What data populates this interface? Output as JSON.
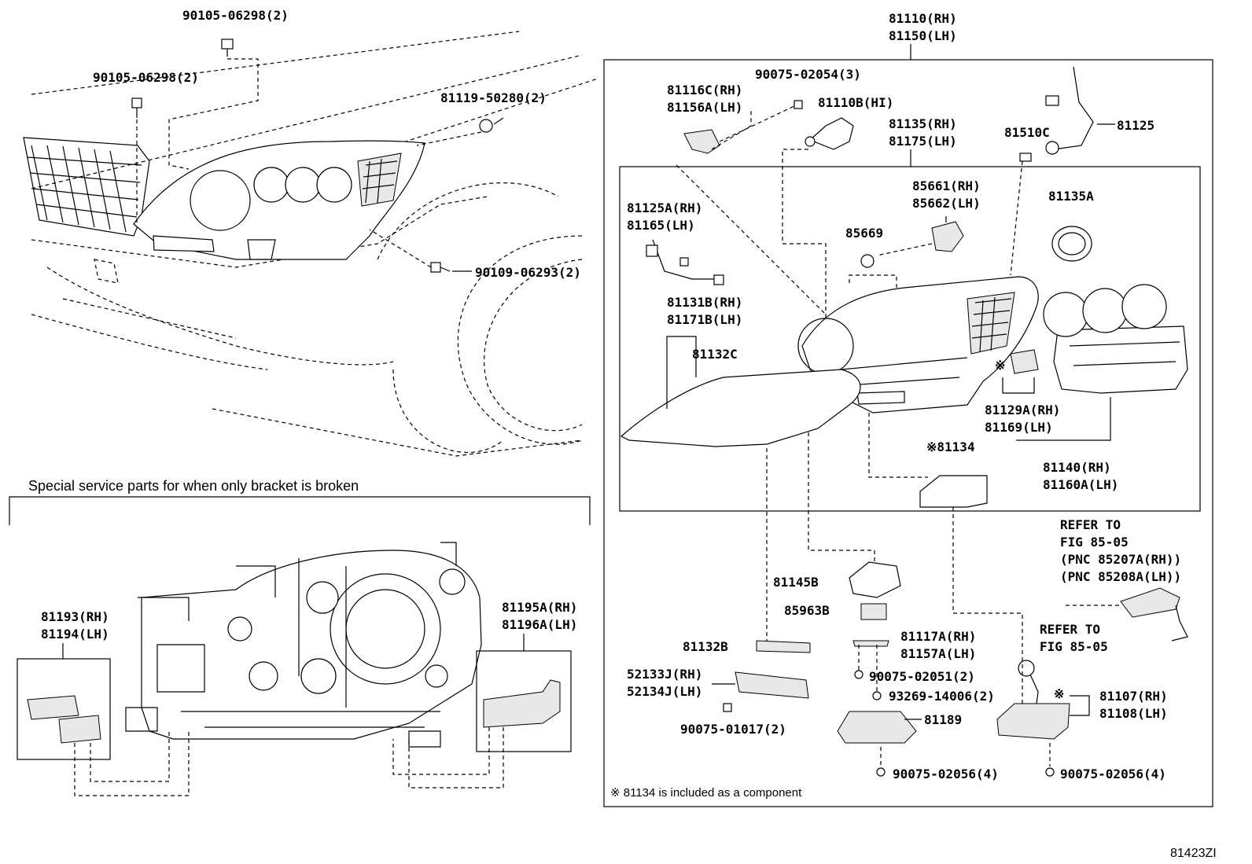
{
  "diagram_code": "81423ZI",
  "section_note": "Special service parts for when only bracket is broken",
  "footnote": "※ 81134 is included as a component",
  "labels": {
    "l_90105_a": "90105-06298(2)",
    "l_90105_b": "90105-06298(2)",
    "l_81119": "81119-50280(2)",
    "l_90109": "90109-06293(2)",
    "l_81110_rh": "81110(RH)",
    "l_81150_lh": "81150(LH)",
    "l_90075_02054": "90075-02054(3)",
    "l_81116c": "81116C(RH)",
    "l_81156a": "81156A(LH)",
    "l_81110b": "81110B(HI)",
    "l_81135_rh": "81135(RH)",
    "l_81175_lh": "81175(LH)",
    "l_81510c": "81510C",
    "l_81125": "81125",
    "l_85661": "85661(RH)",
    "l_85662": "85662(LH)",
    "l_81135a": "81135A",
    "l_81125a": "81125A(RH)",
    "l_81165": "81165(LH)",
    "l_85669": "85669",
    "l_81131b": "81131B(RH)",
    "l_81171b": "81171B(LH)",
    "l_81132c": "81132C",
    "l_81129a": "81129A(RH)",
    "l_81169": "81169(LH)",
    "l_81134": "※81134",
    "l_81140": "81140(RH)",
    "l_81160a": "81160A(LH)",
    "l_refer1": "REFER TO",
    "l_fig1": "FIG 85-05",
    "l_pnc1": "(PNC 85207A(RH))",
    "l_pnc2": "(PNC 85208A(LH))",
    "l_refer2": "REFER TO",
    "l_fig2": "FIG 85-05",
    "l_81145b": "81145B",
    "l_85963b": "85963B",
    "l_81132b": "81132B",
    "l_81117a": "81117A(RH)",
    "l_81157a": "81157A(LH)",
    "l_90075_02051": "90075-02051(2)",
    "l_93269": "93269-14006(2)",
    "l_52133j": "52133J(RH)",
    "l_52134j": "52134J(LH)",
    "l_90075_01017": "90075-01017(2)",
    "l_81189": "81189",
    "l_81107": "81107(RH)",
    "l_81108": "81108(LH)",
    "l_90075_02056_a": "90075-02056(4)",
    "l_90075_02056_b": "90075-02056(4)",
    "l_81193": "81193(RH)",
    "l_81194": "81194(LH)",
    "l_81195a": "81195A(RH)",
    "l_81196a": "81196A(LH)",
    "mark_81129": "※",
    "mark_81107": "※"
  }
}
